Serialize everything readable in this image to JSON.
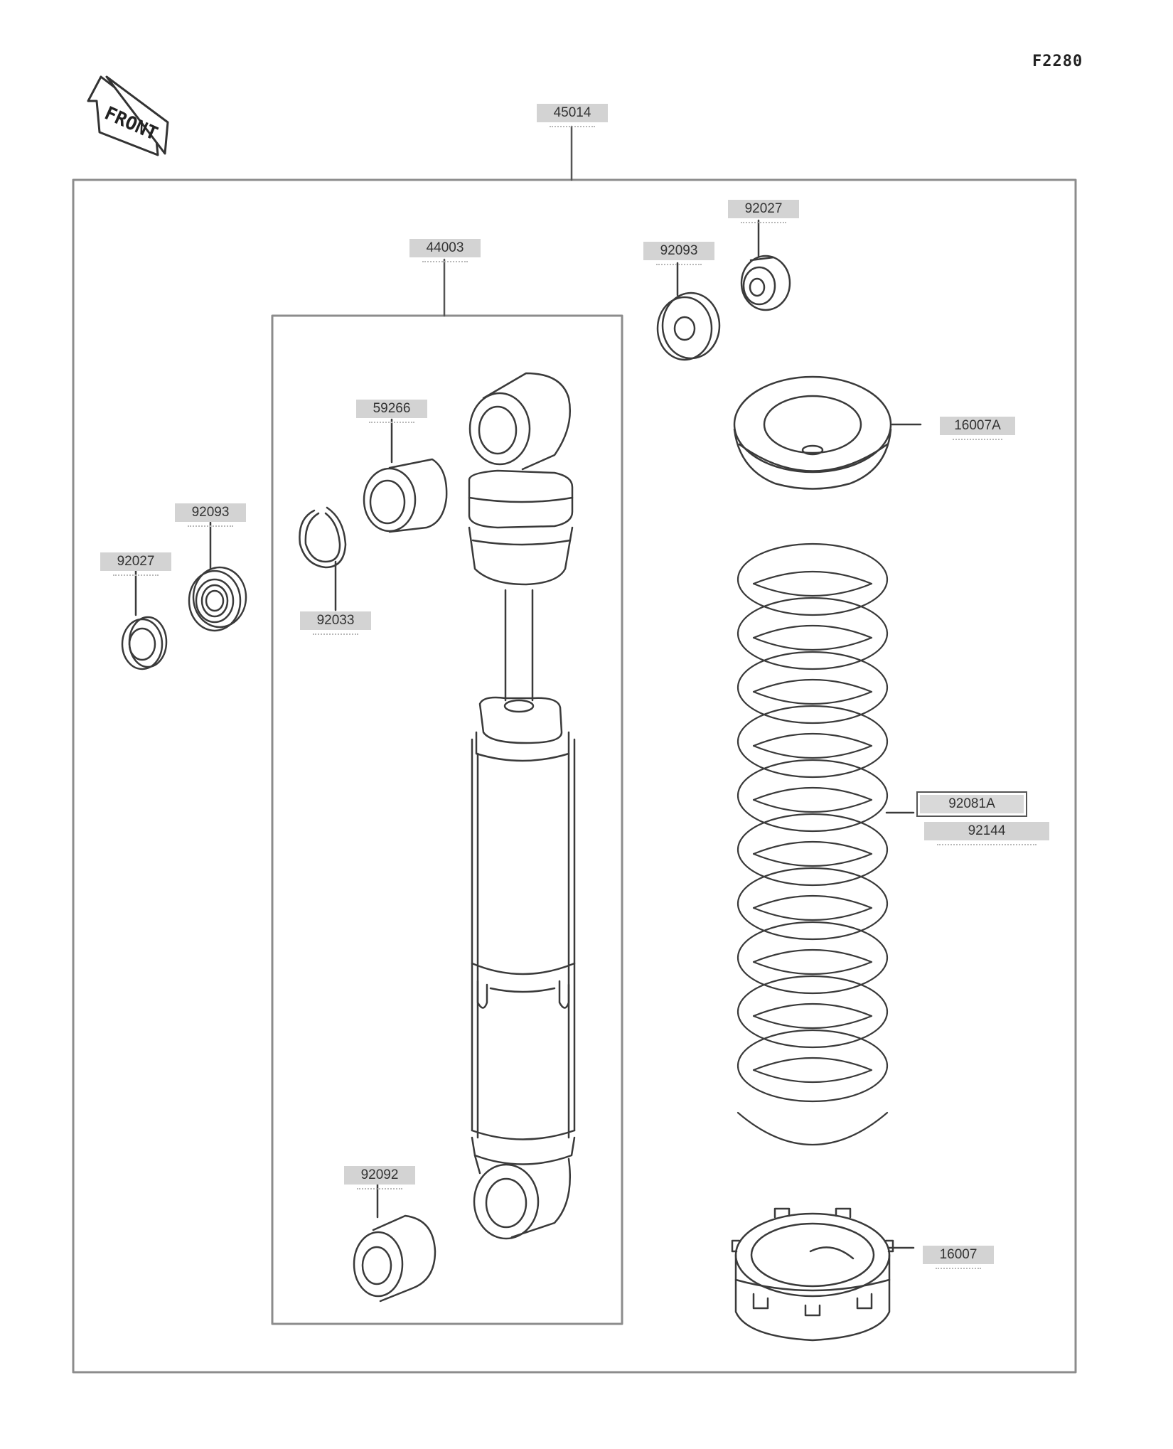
{
  "figure_code": "F2280",
  "front_label": "FRONT",
  "callouts": {
    "c45014": "45014",
    "c44003": "44003",
    "c92027_top": "92027",
    "c92093_top": "92093",
    "c16007A": "16007A",
    "c59266": "59266",
    "c92093_left": "92093",
    "c92027_left": "92027",
    "c92033": "92033",
    "c92081A": "92081A",
    "c92144": "92144",
    "c92092": "92092",
    "c16007": "16007"
  },
  "colors": {
    "line": "#3a3a3a",
    "frame": "#8c8c8c",
    "label_bg": "#d3d3d3"
  }
}
